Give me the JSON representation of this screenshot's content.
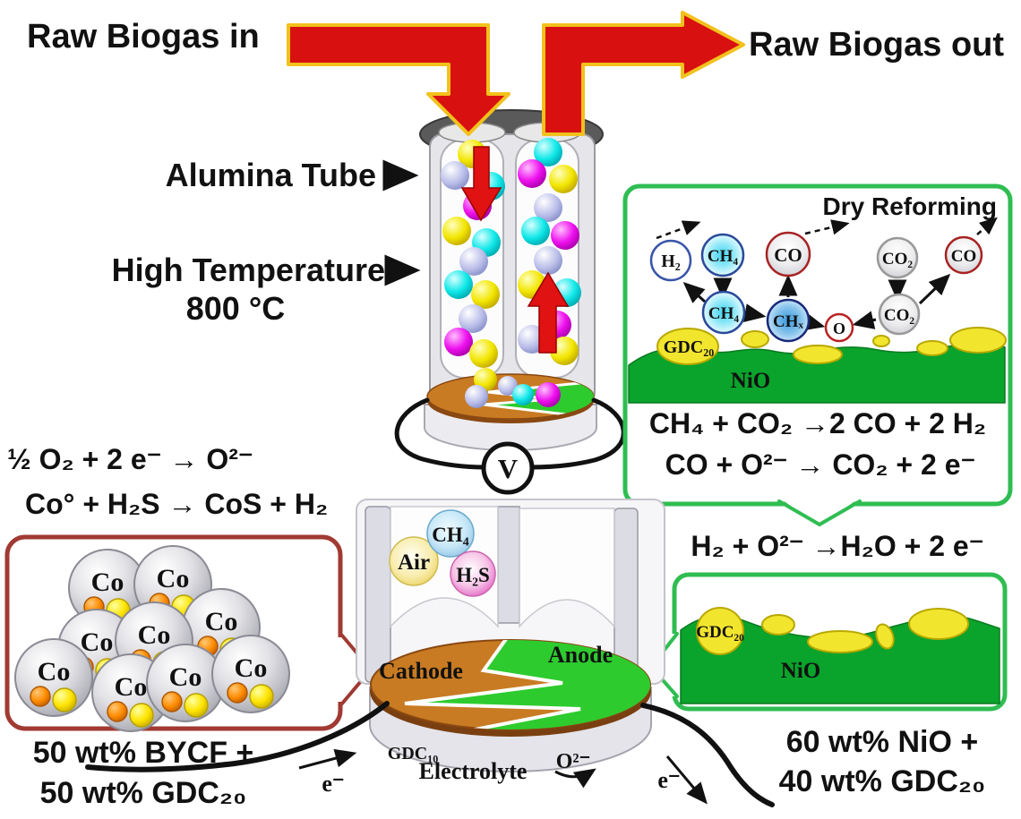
{
  "labels": {
    "raw_biogas_in": "Raw Biogas in",
    "raw_biogas_out": "Raw Biogas out",
    "alumina_tube": "Alumina Tube",
    "high_temperature": "High Temperature",
    "temperature_value": "800 °C"
  },
  "reactions": {
    "oxygen_reduction": "½ O₂ + 2 e⁻ → O²⁻",
    "sulfur_poisoning": "Co° + H₂S → CoS + H₂",
    "dry_reforming_1": "CH₄ + CO₂ →2 CO + 2 H₂",
    "dry_reforming_2": "CO + O²⁻ → CO₂ + 2 e⁻",
    "hydrogen_oxidation": "H₂ + O²⁻ →H₂O + 2 e⁻"
  },
  "dry_reforming_box": {
    "title": "Dry Reforming",
    "species": [
      {
        "label": "H₂",
        "ring": "#3a55a8",
        "fill": "white"
      },
      {
        "label": "CH₄",
        "ring": "#2a4a9a",
        "fill": "cyan-glow"
      },
      {
        "label": "CO",
        "ring": "#a82222",
        "fill": "gray"
      },
      {
        "label": "CO₂",
        "ring": "#999999",
        "fill": "gray"
      },
      {
        "label": "CO",
        "ring": "#a82222",
        "fill": "gray"
      },
      {
        "label": "CH₄",
        "ring": "#2a4a9a",
        "fill": "cyan-glow"
      },
      {
        "label": "CHₓ",
        "ring": "#1a2a7a",
        "fill": "blue-glow"
      },
      {
        "label": "O",
        "ring": "#b82222",
        "fill": "white"
      },
      {
        "label": "CO₂",
        "ring": "#999999",
        "fill": "gray"
      }
    ],
    "surface_label": "GDC₂₀",
    "substrate_label": "NiO"
  },
  "anode_box": {
    "surface_label": "GDC₂₀",
    "substrate_label": "NiO",
    "caption_line1": "60 wt% NiO +",
    "caption_line2": "40 wt% GDC₂₀"
  },
  "cathode_box": {
    "particle_label": "Co",
    "caption_line1": "50 wt% BYCF +",
    "caption_line2": "50 wt% GDC₂₀"
  },
  "cell": {
    "cathode_label": "Cathode",
    "anode_label": "Anode",
    "electrolyte_label_1": "GDC₁₀",
    "electrolyte_label_2": "Electrolyte",
    "oxygen_ion_label": "O²⁻",
    "electron_label_left": "e⁻",
    "electron_label_right": "e⁻",
    "gas_air": "Air",
    "gas_ch4": "CH₄",
    "gas_h2s": "H₂S"
  },
  "voltmeter_label": "V",
  "colors": {
    "arrow_red": "#d81010",
    "arrow_outline": "#f2c11c",
    "box_green": "#2fbd52",
    "box_dark_red": "#a03a32",
    "nio_green": "#0aa32b",
    "anode_green": "#2ecb2e",
    "cathode_orange": "#c87b22",
    "gdc_yellow": "#f2e52e"
  }
}
